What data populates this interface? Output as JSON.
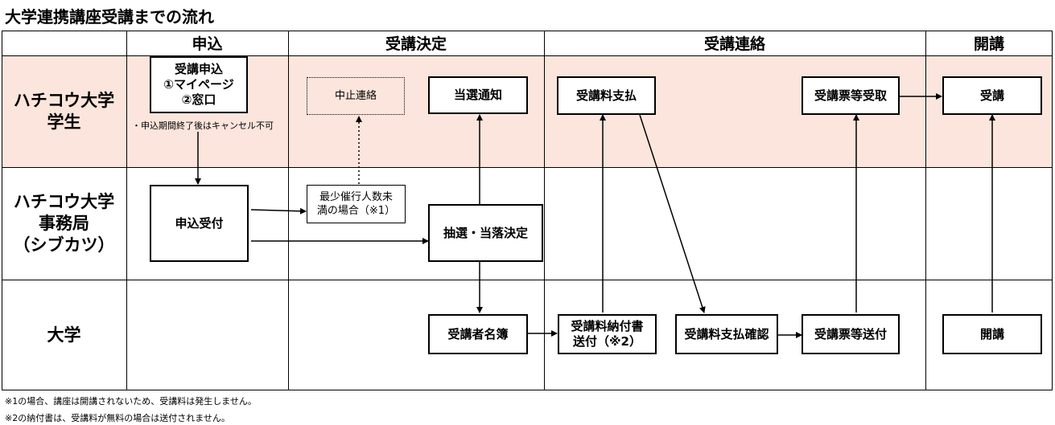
{
  "title": "大学連携講座受講までの流れ",
  "columns": {
    "apply": "申込",
    "decision": "受講決定",
    "contact": "受講連絡",
    "open": "開講"
  },
  "rows": {
    "student": "ハチコウ大学\n学生",
    "office": "ハチコウ大学\n事務局\n（シブカツ）",
    "university": "大学"
  },
  "boxes": {
    "apply_methods": "受講申込\n①マイページ\n②窓口",
    "cancel_note": "・申込期間終了後はキャンセル不可",
    "cancel_contact": "中止連絡",
    "winning_notice": "当選通知",
    "fee_payment": "受講料支払",
    "ticket_receipt": "受講票等受取",
    "attend": "受講",
    "application_accept": "申込受付",
    "min_not_met": "最少催行人数未\n満の場合（※1）",
    "lottery": "抽選・当落決定",
    "roster": "受講者名簿",
    "invoice_send": "受講料納付書\n送付（※2）",
    "payment_confirm": "受講料支払確認",
    "ticket_send": "受講票等送付",
    "course_open": "開講"
  },
  "footnotes": [
    "※1の場合、講座は開講されないため、受講料は発生しません。",
    "※2の納付書は、受講料が無料の場合は送付されません。"
  ]
}
